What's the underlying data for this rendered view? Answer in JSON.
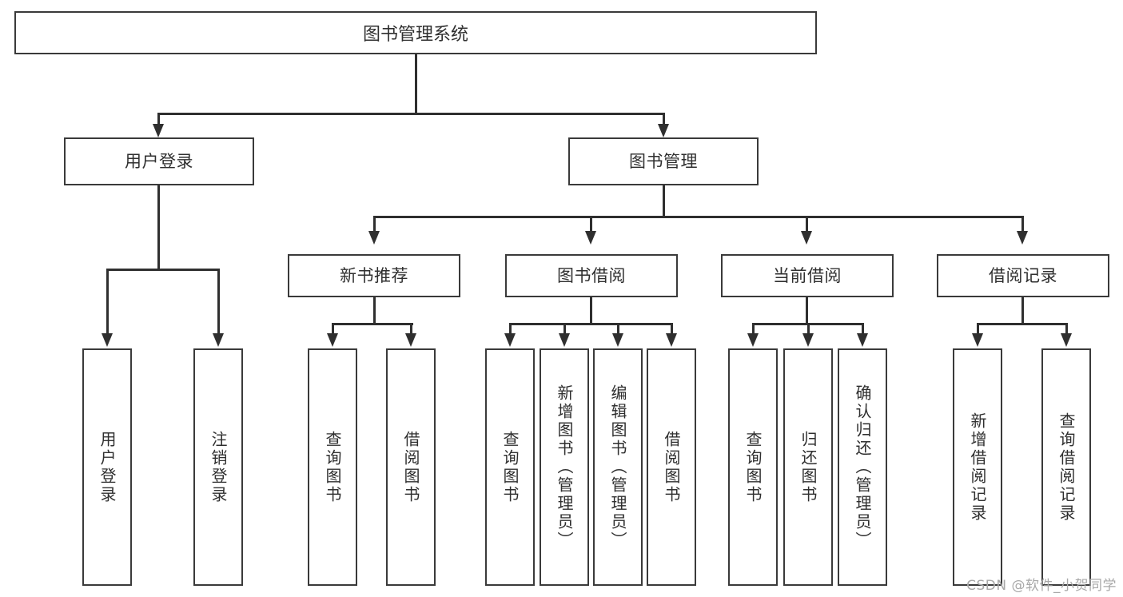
{
  "diagram": {
    "title": "图书管理系统",
    "type": "tree-hierarchy-chart",
    "watermark": "CSDN @软件_小贺同学",
    "colors": {
      "stroke": "#2f2f2f",
      "box_border": "#3a3a3a",
      "background": "#ffffff",
      "text": "#2f2f2f",
      "watermark": "#a8a8a8"
    },
    "root": {
      "label": "图书管理系统"
    },
    "level1": [
      {
        "id": "user-login",
        "label": "用户登录"
      },
      {
        "id": "book-manage",
        "label": "图书管理"
      }
    ],
    "level2": [
      {
        "id": "new-book-recommend",
        "label": "新书推荐",
        "parent": "book-manage"
      },
      {
        "id": "book-borrow",
        "label": "图书借阅",
        "parent": "book-manage"
      },
      {
        "id": "current-borrow",
        "label": "当前借阅",
        "parent": "book-manage"
      },
      {
        "id": "borrow-record",
        "label": "借阅记录",
        "parent": "book-manage"
      }
    ],
    "leaves": {
      "user-login": [
        {
          "id": "leaf-user-login",
          "label": "用户登录"
        },
        {
          "id": "leaf-logout-login",
          "label": "注销登录"
        }
      ],
      "new-book-recommend": [
        {
          "id": "leaf-query-book-1",
          "label": "查询图书"
        },
        {
          "id": "leaf-borrow-book-1",
          "label": "借阅图书"
        }
      ],
      "book-borrow": [
        {
          "id": "leaf-query-book-2",
          "label": "查询图书"
        },
        {
          "id": "leaf-add-book",
          "label": "新增图书（管理员）"
        },
        {
          "id": "leaf-edit-book",
          "label": "编辑图书（管理员）"
        },
        {
          "id": "leaf-borrow-book-2",
          "label": "借阅图书"
        }
      ],
      "current-borrow": [
        {
          "id": "leaf-query-book-3",
          "label": "查询图书"
        },
        {
          "id": "leaf-return-book",
          "label": "归还图书"
        },
        {
          "id": "leaf-confirm-return",
          "label": "确认归还（管理员）"
        }
      ],
      "borrow-record": [
        {
          "id": "leaf-add-record",
          "label": "新增借阅记录"
        },
        {
          "id": "leaf-query-record",
          "label": "查询借阅记录"
        }
      ]
    }
  }
}
